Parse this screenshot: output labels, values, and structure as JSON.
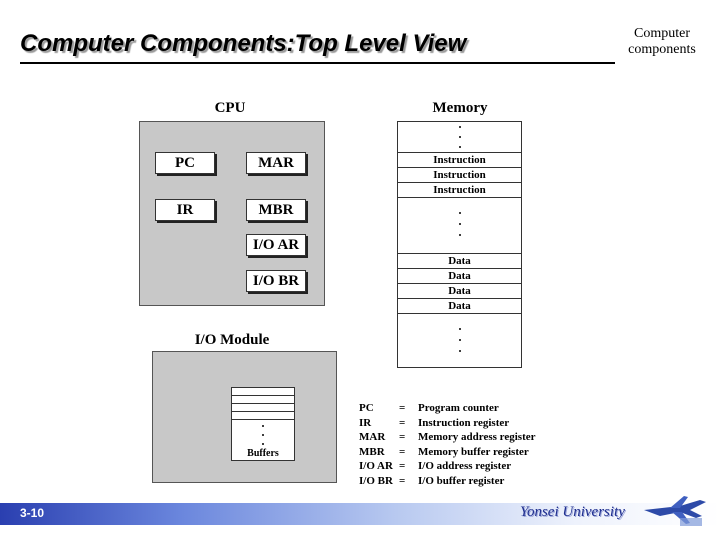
{
  "slide": {
    "title": "Computer Components:Top Level View",
    "corner_label_line1": "Computer",
    "corner_label_line2": "components",
    "page_number": "3-10",
    "university": "Yonsei University"
  },
  "diagram": {
    "cpu_label": "CPU",
    "memory_label": "Memory",
    "io_module_label": "I/O Module",
    "buffers_label": "Buffers",
    "registers": {
      "pc": "PC",
      "mar": "MAR",
      "ir": "IR",
      "mbr": "MBR",
      "io_ar": "I/O AR",
      "io_br": "I/O BR"
    },
    "memory_cells": [
      "Instruction",
      "Instruction",
      "Instruction",
      "Data",
      "Data",
      "Data",
      "Data"
    ]
  },
  "legend": [
    {
      "abbr": "PC",
      "eq": "=",
      "desc": "Program counter"
    },
    {
      "abbr": "IR",
      "eq": "=",
      "desc": "Instruction register"
    },
    {
      "abbr": "MAR",
      "eq": "=",
      "desc": "Memory address register"
    },
    {
      "abbr": "MBR",
      "eq": "=",
      "desc": "Memory buffer register"
    },
    {
      "abbr": "I/O AR",
      "eq": "=",
      "desc": "I/O address register"
    },
    {
      "abbr": "I/O BR",
      "eq": "=",
      "desc": "I/O buffer register"
    }
  ],
  "colors": {
    "title_shadow": "#9a9a9a",
    "panel_gray": "#c8c8c8",
    "footer_gradient_start": "#2a3fb0",
    "university_text": "#1f2f90"
  },
  "icons": [
    "airplane-logo-icon"
  ]
}
